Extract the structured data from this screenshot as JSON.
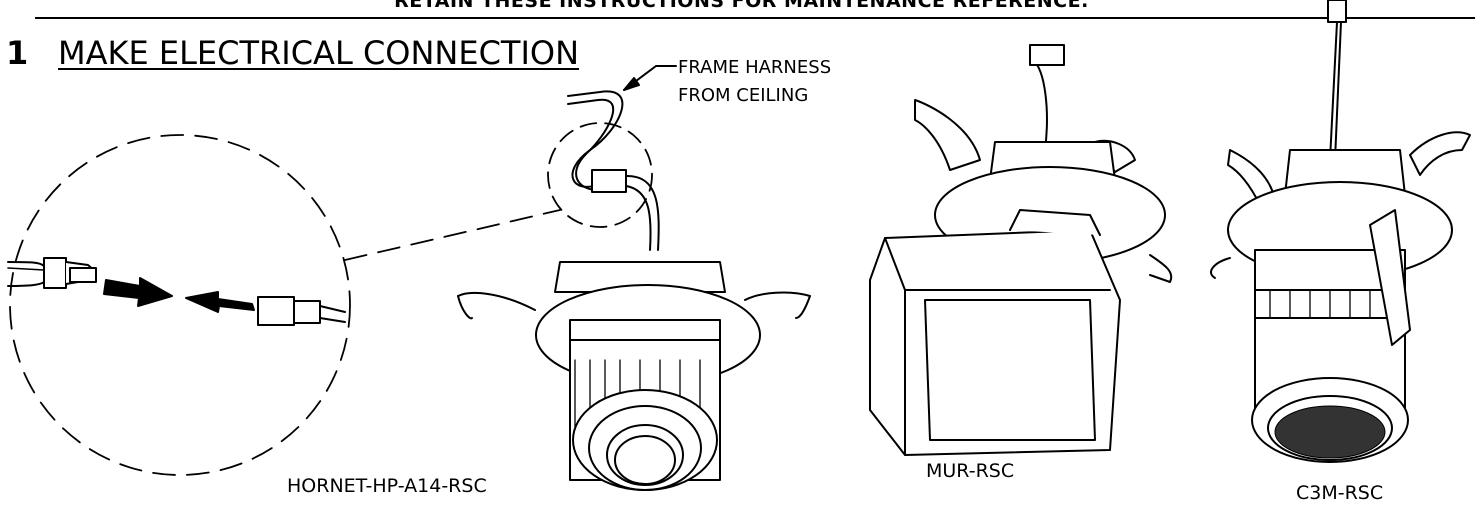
{
  "header": {
    "text": "RETAIN THESE INSTRUCTIONS FOR MAINTENANCE REFERENCE."
  },
  "step": {
    "number": "1",
    "title": "MAKE ELECTRICAL CONNECTION"
  },
  "callout": {
    "line1": "FRAME HARNESS",
    "line2": "FROM CEILING"
  },
  "fixtures": [
    {
      "label": "HORNET-HP-A14-RSC"
    },
    {
      "label": "MUR-RSC"
    },
    {
      "label": "C3M-RSC"
    }
  ]
}
